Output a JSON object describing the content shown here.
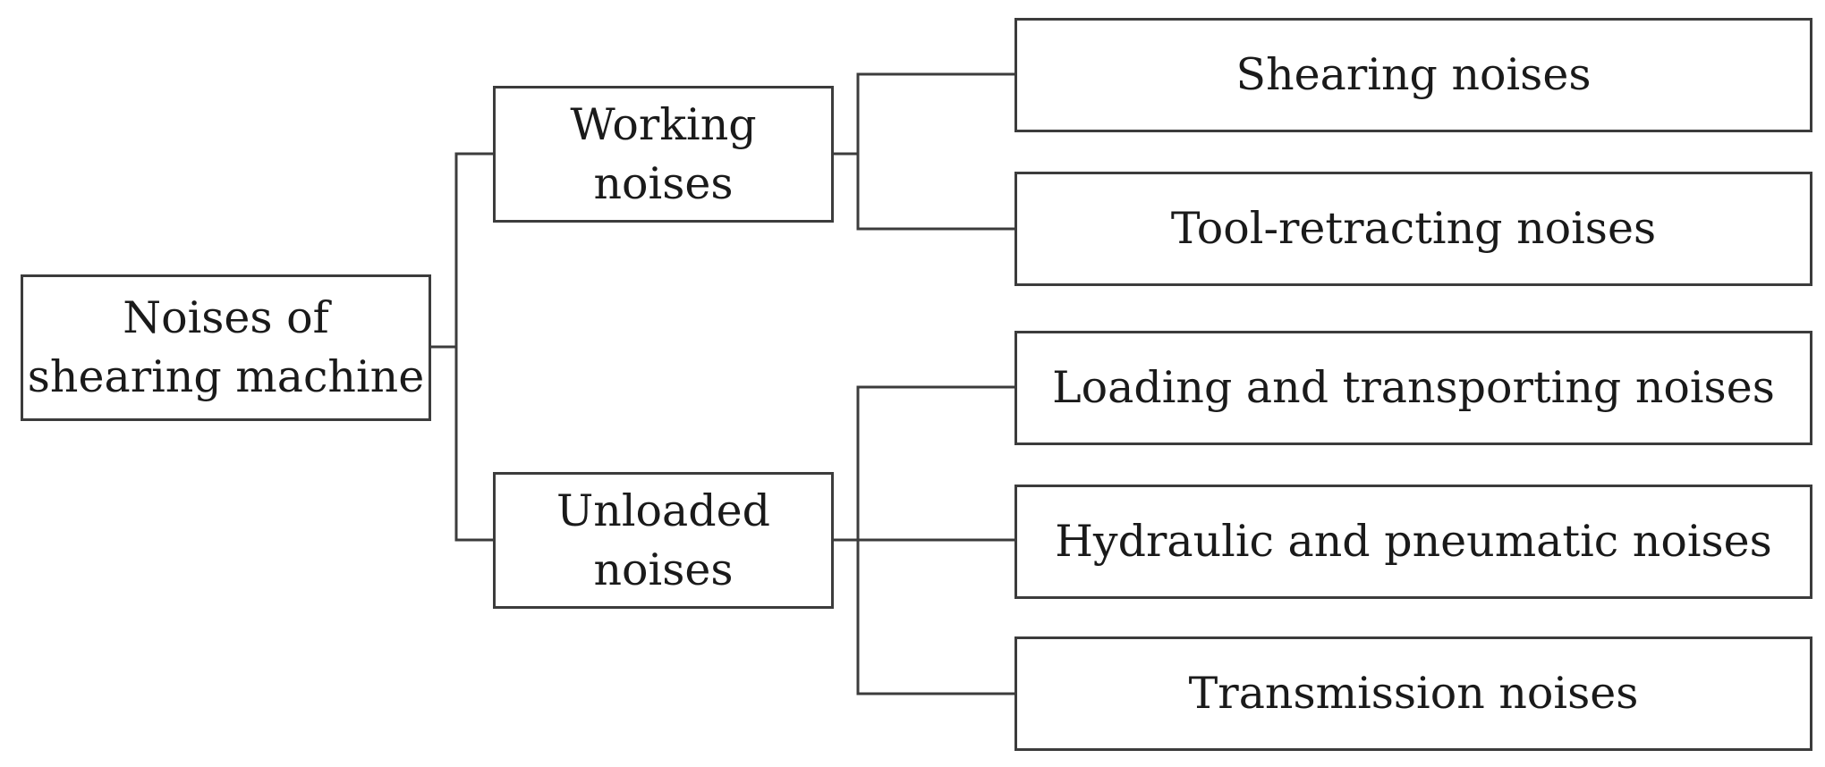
{
  "diagram": {
    "root": {
      "line1": "Noises of",
      "line2": "shearing machine"
    },
    "branches": [
      {
        "line1": "Working",
        "line2": "noises",
        "children": [
          "Shearing noises",
          "Tool-retracting noises"
        ]
      },
      {
        "line1": "Unloaded",
        "line2": "noises",
        "children": [
          "Loading and transporting noises",
          "Hydraulic and pneumatic noises",
          "Transmission noises"
        ]
      }
    ],
    "colors": {
      "line": "#3c3c3c",
      "text": "#1a1a1a",
      "background": "#ffffff"
    }
  }
}
